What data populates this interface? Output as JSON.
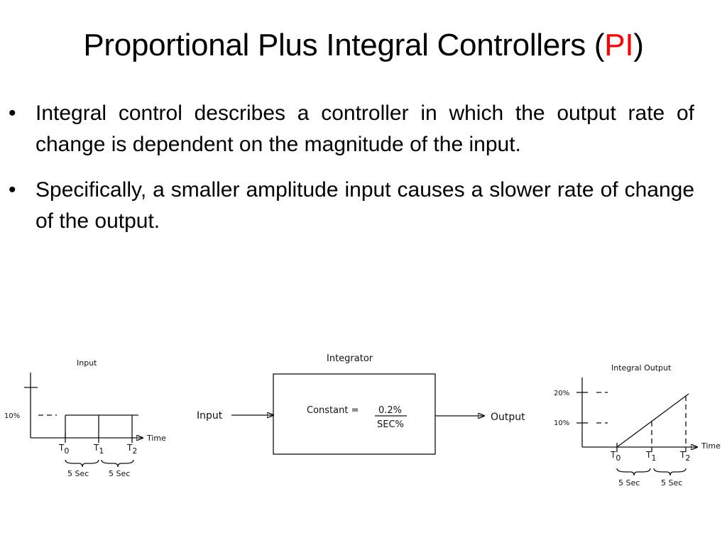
{
  "slide": {
    "title_main": "Proportional Plus Integral Controllers (",
    "title_accent": "PI",
    "title_close": ")",
    "accent_color": "#ff0000",
    "bullet_glyph": "•",
    "bullets": [
      "Integral control describes a controller in which the output rate of change is dependent on the magnitude of the input.",
      "Specifically, a smaller amplitude input causes a slower rate of change of the output."
    ]
  },
  "diagram": {
    "input_graph": {
      "title": "Input",
      "y_label": "10%",
      "x_label": "Time",
      "t0": "T",
      "t0_sub": "0",
      "t1": "T",
      "t1_sub": "1",
      "t2": "T",
      "t2_sub": "2",
      "interval_1": "5  Sec",
      "interval_2": "5  Sec"
    },
    "integrator": {
      "title": "Integrator",
      "input_label": "Input",
      "output_label": "Output",
      "constant_label": "Constant  =",
      "numerator": "0.2%",
      "denominator": "SEC%"
    },
    "output_graph": {
      "title": "Integral  Output",
      "y_label_high": "20%",
      "y_label_low": "10%",
      "x_label": "Time",
      "t0": "T",
      "t0_sub": "0",
      "t1": "T",
      "t1_sub": "1",
      "t2": "T",
      "t2_sub": "2",
      "interval_1": "5  Sec",
      "interval_2": "5  Sec"
    }
  }
}
